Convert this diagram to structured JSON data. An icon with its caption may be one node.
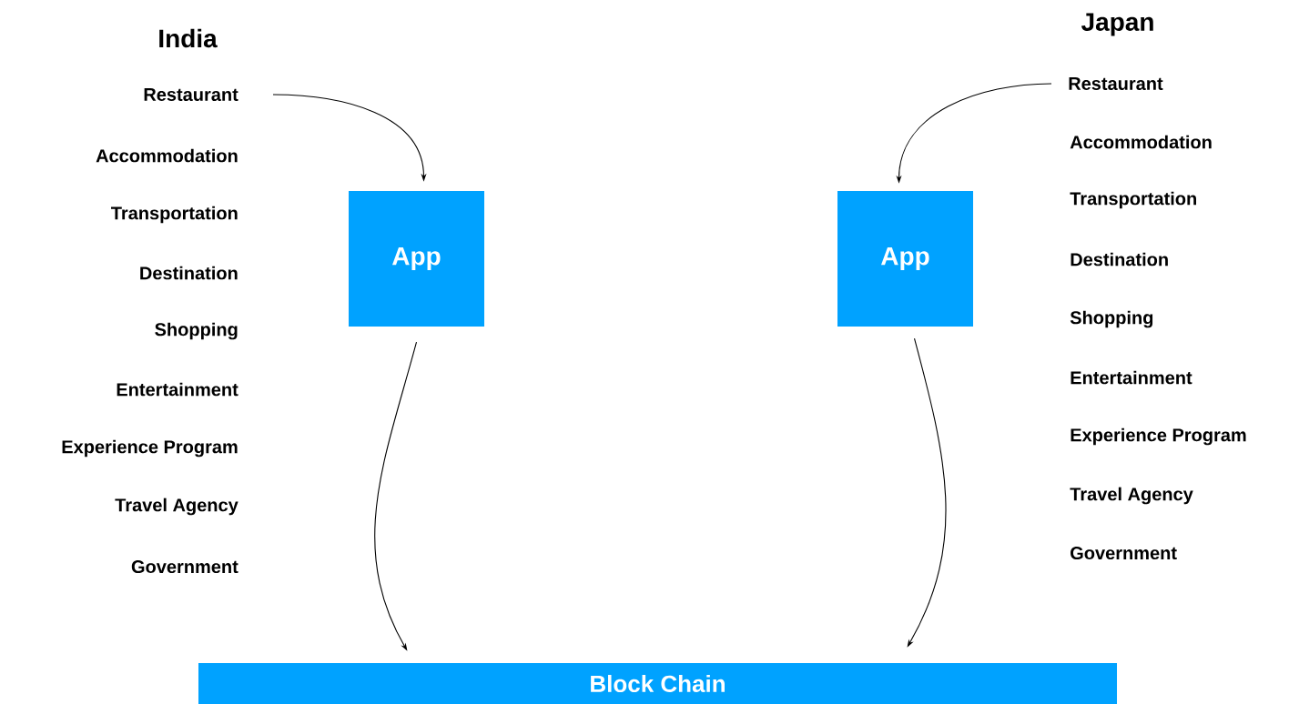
{
  "diagram": {
    "nodes": [
      {
        "text": [
          "Restaurant"
        ]
      },
      {
        "text": [
          "App"
        ]
      },
      {
        "text": [
          "Restaurant"
        ]
      },
      {
        "text": [
          "App"
        ]
      },
      {
        "text": [
          "Block Chain"
        ]
      }
    ],
    "edges": [
      {
        "from": 0,
        "to": 1,
        "arrow": "to"
      },
      {
        "from": 2,
        "to": 3,
        "arrow": "to"
      },
      {
        "from": 1,
        "to": 4,
        "arrow": "to"
      },
      {
        "from": 3,
        "to": 4,
        "arrow": "to"
      }
    ],
    "labels": [
      "India",
      "Japan",
      "Accommodation",
      "Transportation",
      "Destination",
      "Shopping",
      "Entertainment",
      "Experience Program",
      "Travel Agency",
      "Government",
      "Accommodation",
      "Transportation",
      "Destination",
      "Shopping",
      "Entertainment",
      "Experience Program",
      "Travel Agency",
      "Government"
    ]
  }
}
